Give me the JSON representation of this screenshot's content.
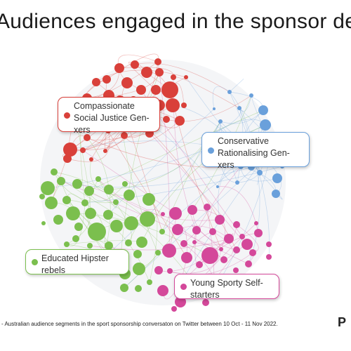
{
  "title": "Audiences engaged in the sponsor de",
  "clusters": [
    {
      "id": "red",
      "label_lines": [
        "Compassionate",
        "Social Justice Gen-",
        "xers"
      ],
      "color": "#d9403a"
    },
    {
      "id": "blue",
      "label_lines": [
        "Conservative",
        "Rationalising Gen-",
        "xers"
      ],
      "color": "#6aa0db"
    },
    {
      "id": "green",
      "label_lines": [
        "Educated Hipster",
        "rebels"
      ],
      "color": "#7bbf4e"
    },
    {
      "id": "pink",
      "label_lines": [
        "Young Sporty Self-",
        "starters"
      ],
      "color": "#d4489a"
    }
  ],
  "footer": "C - Australian audience segments in the sport sponsorship conversaton on Twitter between 10 Oct - 11 Nov 2022.",
  "brand": "P"
}
